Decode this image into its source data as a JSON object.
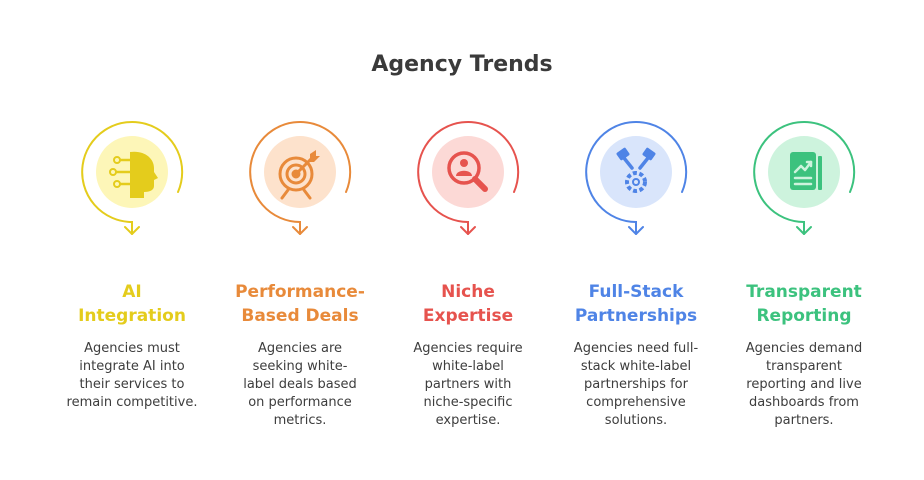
{
  "title": "Agency Trends",
  "items": [
    {
      "heading_lines": [
        "AI",
        "Integration"
      ],
      "description_lines": [
        "Agencies must",
        "integrate AI into",
        "their services to",
        "remain competitive."
      ],
      "color": "#e4cc1c",
      "fill": "#fdf6b8",
      "icon": "ai-head-icon"
    },
    {
      "heading_lines": [
        "Performance-",
        "Based Deals"
      ],
      "description_lines": [
        "Agencies are",
        "seeking white-",
        "label deals based",
        "on performance",
        "metrics."
      ],
      "color": "#e88a3a",
      "fill": "#fde2cc",
      "icon": "target-icon"
    },
    {
      "heading_lines": [
        "Niche",
        "Expertise"
      ],
      "description_lines": [
        "Agencies require",
        "white-label",
        "partners with",
        "niche-specific",
        "expertise."
      ],
      "color": "#e6534e",
      "fill": "#fcd9d6",
      "icon": "search-person-icon"
    },
    {
      "heading_lines": [
        "Full-Stack",
        "Partnerships"
      ],
      "description_lines": [
        "Agencies need full-",
        "stack white-label",
        "partnerships for",
        "comprehensive",
        "solutions."
      ],
      "color": "#4f84e6",
      "fill": "#d9e5fb",
      "icon": "gear-tools-icon"
    },
    {
      "heading_lines": [
        "Transparent",
        "Reporting"
      ],
      "description_lines": [
        "Agencies demand",
        "transparent",
        "reporting and live",
        "dashboards from",
        "partners."
      ],
      "color": "#3cc27e",
      "fill": "#cdf3dd",
      "icon": "report-chart-icon"
    }
  ]
}
